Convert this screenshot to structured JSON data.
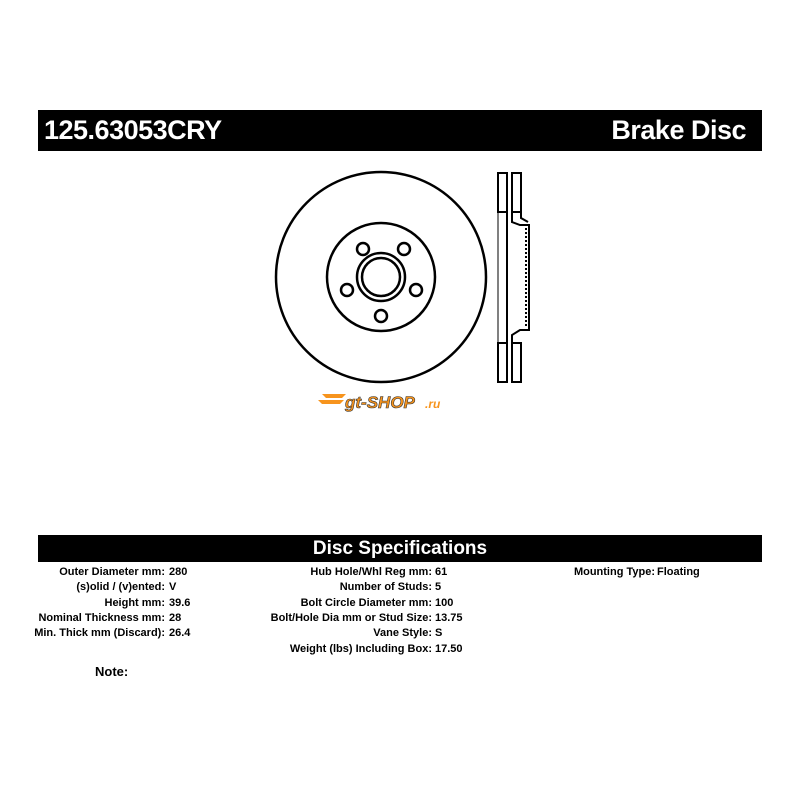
{
  "header": {
    "part_number": "125.63053CRY",
    "product_type": "Brake Disc"
  },
  "logo": {
    "text": "gt-shop.ru",
    "color": "#f7941d"
  },
  "specs_title": "Disc Specifications",
  "specs_col1": [
    {
      "label": "Outer Diameter mm:",
      "value": "280"
    },
    {
      "label": "(s)olid / (v)ented:",
      "value": "V"
    },
    {
      "label": "Height mm:",
      "value": "39.6"
    },
    {
      "label": "Nominal Thickness mm:",
      "value": "28"
    },
    {
      "label": "Min. Thick mm (Discard):",
      "value": "26.4"
    }
  ],
  "specs_col2": [
    {
      "label": "Hub Hole/Whl Reg mm:",
      "value": "61"
    },
    {
      "label": "Number of Studs:",
      "value": "5"
    },
    {
      "label": "Bolt Circle Diameter mm:",
      "value": "100"
    },
    {
      "label": "Bolt/Hole Dia mm or Stud Size:",
      "value": "13.75"
    },
    {
      "label": "Vane Style:",
      "value": "S"
    },
    {
      "label": "Weight (lbs) Including Box:",
      "value": "17.50"
    }
  ],
  "specs_col3": [
    {
      "label": "Mounting Type:",
      "value": "Floating"
    }
  ],
  "note_label": "Note:"
}
